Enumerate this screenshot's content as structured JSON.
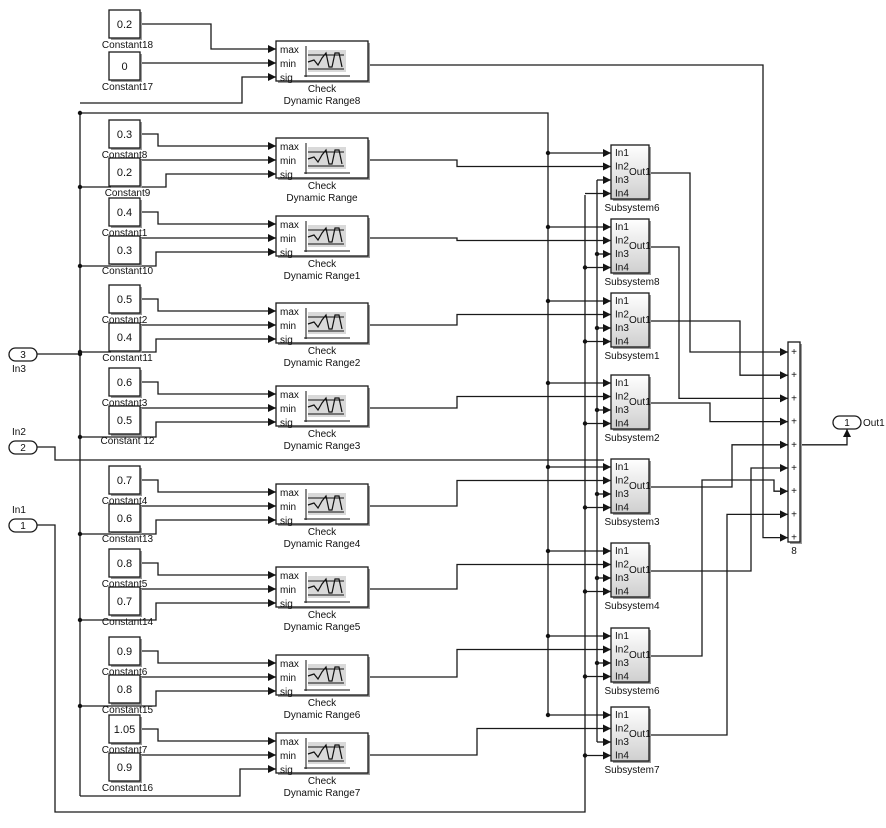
{
  "inports": [
    {
      "name": "In3",
      "number": "3"
    },
    {
      "name": "In2",
      "number": "2"
    },
    {
      "name": "In1",
      "number": "1"
    }
  ],
  "outport": {
    "name": "Out1",
    "number": "1"
  },
  "constants_max": [
    {
      "value": "0.2",
      "name": "Constant18"
    },
    {
      "value": "0.3",
      "name": "Constant8"
    },
    {
      "value": "0.4",
      "name": "Constant1"
    },
    {
      "value": "0.5",
      "name": "Constant2"
    },
    {
      "value": "0.6",
      "name": "Constant3"
    },
    {
      "value": "0.7",
      "name": "Constant4"
    },
    {
      "value": "0.8",
      "name": "Constant5"
    },
    {
      "value": "0.9",
      "name": "Constant6"
    },
    {
      "value": "1.05",
      "name": "Constant7"
    }
  ],
  "constants_min": [
    {
      "value": "0",
      "name": "Constant17"
    },
    {
      "value": "0.2",
      "name": "Constant9"
    },
    {
      "value": "0.3",
      "name": "Constant10"
    },
    {
      "value": "0.4",
      "name": "Constant11"
    },
    {
      "value": "0.5",
      "name": "Constant 12"
    },
    {
      "value": "0.6",
      "name": "Constant13"
    },
    {
      "value": "0.7",
      "name": "Constant14"
    },
    {
      "value": "0.8",
      "name": "Constant15"
    },
    {
      "value": "0.9",
      "name": "Constant16"
    }
  ],
  "check_blocks": [
    {
      "line1": "Check",
      "line2": "Dynamic Range8"
    },
    {
      "line1": "Check",
      "line2": "Dynamic Range"
    },
    {
      "line1": "Check",
      "line2": "Dynamic Range1"
    },
    {
      "line1": "Check",
      "line2": "Dynamic Range2"
    },
    {
      "line1": "Check",
      "line2": "Dynamic Range3"
    },
    {
      "line1": "Check",
      "line2": "Dynamic Range4"
    },
    {
      "line1": "Check",
      "line2": "Dynamic Range5"
    },
    {
      "line1": "Check",
      "line2": "Dynamic Range6"
    },
    {
      "line1": "Check",
      "line2": "Dynamic Range7"
    }
  ],
  "check_ports": [
    "max",
    "min",
    "sig"
  ],
  "subsystems": [
    {
      "name": "Subsystem6"
    },
    {
      "name": "Subsystem8"
    },
    {
      "name": "Subsystem1"
    },
    {
      "name": "Subsystem2"
    },
    {
      "name": "Subsystem3"
    },
    {
      "name": "Subsystem4"
    },
    {
      "name": "Subsystem6"
    },
    {
      "name": "Subsystem7"
    }
  ],
  "subsystem_ports": {
    "inputs": [
      "In1",
      "In2",
      "In3",
      "In4"
    ],
    "output": "Out1"
  },
  "sum_block": {
    "label": "8",
    "num_inputs": 9,
    "sign": "+"
  }
}
